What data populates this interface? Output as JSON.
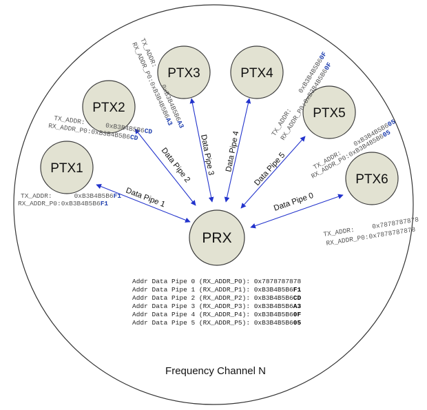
{
  "footer": {
    "label": "Frequency Channel N"
  },
  "receiver": {
    "label": "PRX"
  },
  "transmitters": [
    {
      "label": "PTX1",
      "pipe_label": "Data Pipe 1",
      "tx_prefix": "TX_ADDR:",
      "tx_value": "0xB3B4B5B6",
      "tx_hi": "F1",
      "rx_prefix": "RX_ADDR_P0:",
      "rx_value": "0xB3B4B5B6",
      "rx_hi": "F1"
    },
    {
      "label": "PTX2",
      "pipe_label": "Data Pipe 2",
      "tx_prefix": "TX_ADDR:",
      "tx_value": "0xB3B4B5B6",
      "tx_hi": "CD",
      "rx_prefix": "RX_ADDR_P0:",
      "rx_value": "0xB3B4B5B6",
      "rx_hi": "CD"
    },
    {
      "label": "PTX3",
      "pipe_label": "Data Pipe 3",
      "tx_prefix": "TX_ADDR:",
      "tx_value": "0xB3B4B5B6",
      "tx_hi": "A3",
      "rx_prefix": "RX_ADDR_P0:",
      "rx_value": "0xB3B4B5B6",
      "rx_hi": "A3"
    },
    {
      "label": "PTX4",
      "pipe_label": "Data Pipe 4",
      "tx_prefix": "TX_ADDR:",
      "tx_value": "0xB3B4B5B6",
      "tx_hi": "0F",
      "rx_prefix": "RX_ADDR_P0:",
      "rx_value": "0xB3B4B5B6",
      "rx_hi": "0F"
    },
    {
      "label": "PTX5",
      "pipe_label": "Data Pipe 5",
      "tx_prefix": "TX_ADDR:",
      "tx_value": "0xB3B4B5B6",
      "tx_hi": "05",
      "rx_prefix": "RX_ADDR_P0:",
      "rx_value": "0xB3B4B5B6",
      "rx_hi": "05"
    },
    {
      "label": "PTX6",
      "pipe_label": "Data Pipe 0",
      "tx_prefix": "TX_ADDR:",
      "tx_value": "0x7878787878",
      "tx_hi": "",
      "rx_prefix": "RX_ADDR_P0:",
      "rx_value": "0x7878787878",
      "rx_hi": ""
    }
  ],
  "address_table": [
    {
      "text": "Addr Data Pipe 0 (RX_ADDR_P0): 0x7878787878",
      "hi": ""
    },
    {
      "text": "Addr Data Pipe 1 (RX_ADDR_P1): 0xB3B4B5B6",
      "hi": "F1"
    },
    {
      "text": "Addr Data Pipe 2 (RX_ADDR_P2): 0xB3B4B5B6",
      "hi": "CD"
    },
    {
      "text": "Addr Data Pipe 3 (RX_ADDR_P3): 0xB3B4B5B6",
      "hi": "A3"
    },
    {
      "text": "Addr Data Pipe 4 (RX_ADDR_P4): 0xB3B4B5B6",
      "hi": "0F"
    },
    {
      "text": "Addr Data Pipe 5 (RX_ADDR_P5): 0xB3B4B5B6",
      "hi": "05"
    }
  ],
  "colors": {
    "link": "#2233cc",
    "node_fill": "#e2e2d2",
    "highlight": "#1f3fae"
  }
}
